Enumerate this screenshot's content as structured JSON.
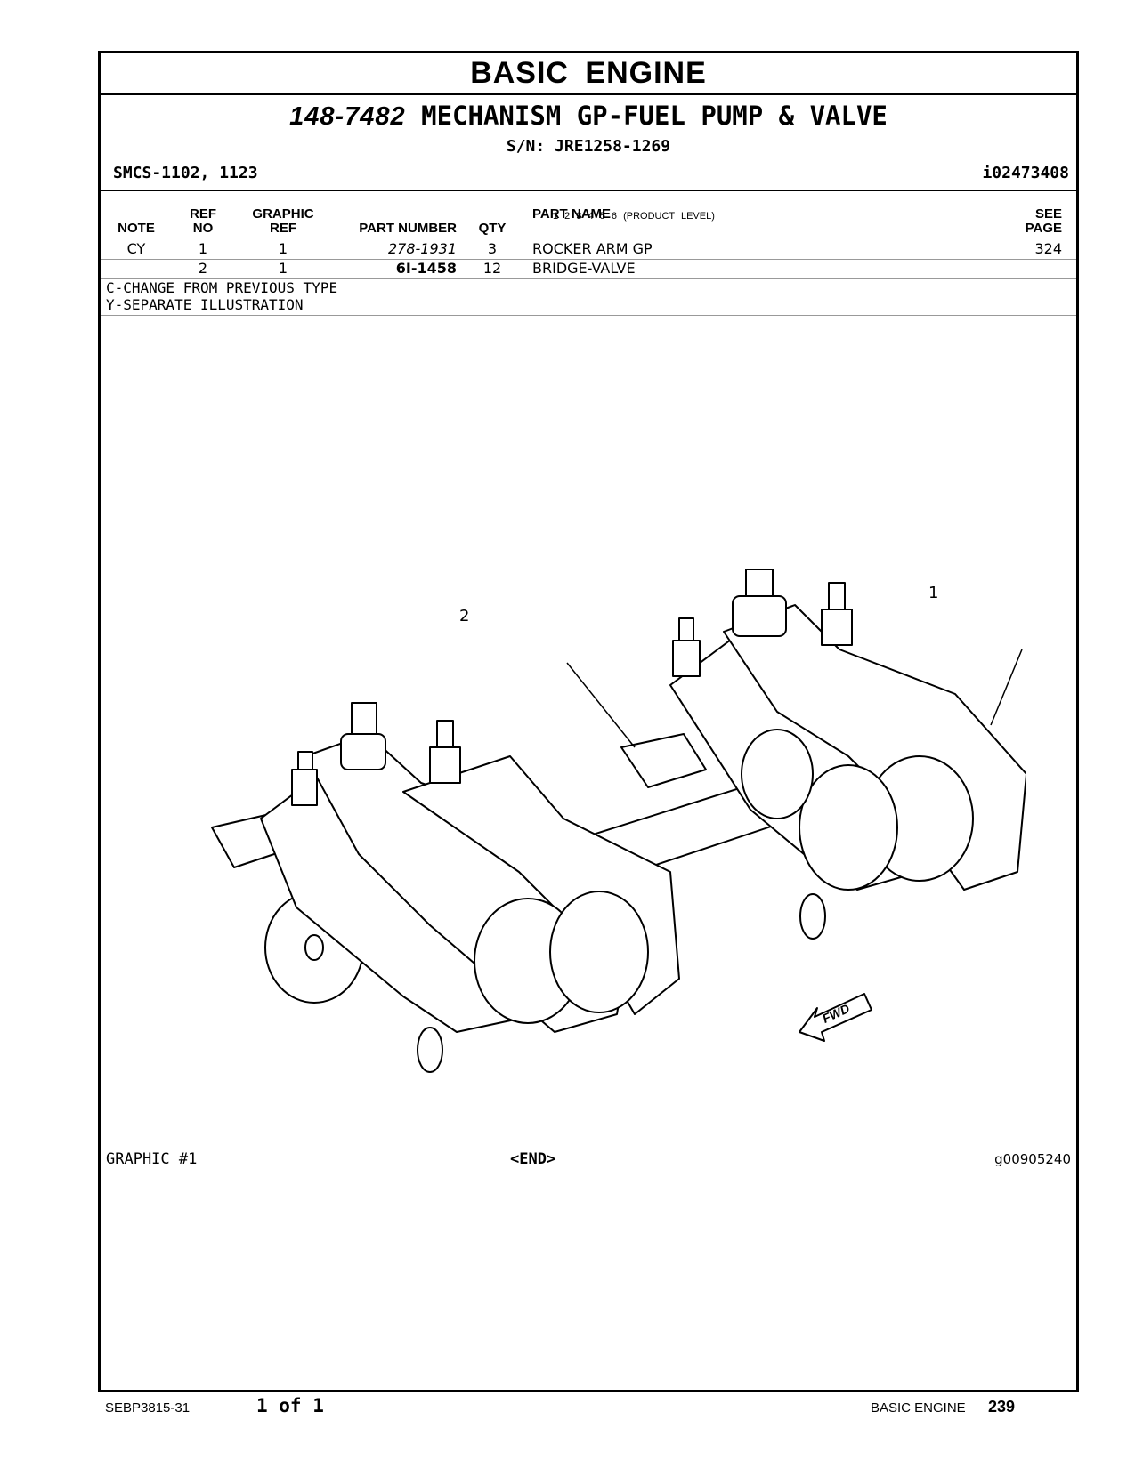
{
  "section_title": "BASIC ENGINE",
  "group": {
    "part_number": "148-7482",
    "name": "MECHANISM GP-FUEL PUMP & VALVE",
    "serial": "S/N: JRE1258-1269"
  },
  "smcs": "SMCS-1102, 1123",
  "info_id": "i02473408",
  "columns": {
    "note": "NOTE",
    "ref_no_1": "REF",
    "ref_no_2": "NO",
    "graphic_ref_1": "GRAPHIC",
    "graphic_ref_2": "REF",
    "part_number": "PART NUMBER",
    "qty": "QTY",
    "part_name": "PART NAME",
    "product_levels": "1 2 3 4 5 6",
    "product_level_label": "(PRODUCT LEVEL)",
    "see_page_1": "SEE",
    "see_page_2": "PAGE"
  },
  "rows": [
    {
      "note": "CY",
      "ref_no": "1",
      "graphic_ref": "1",
      "part_number": "278-1931",
      "qty": "3",
      "part_name": "ROCKER ARM GP",
      "see_page": "324"
    },
    {
      "note": "",
      "ref_no": "2",
      "graphic_ref": "1",
      "part_number": "6I-1458",
      "qty": "12",
      "part_name": "BRIDGE-VALVE",
      "see_page": ""
    }
  ],
  "notes": [
    "C-CHANGE FROM PREVIOUS TYPE",
    "Y-SEPARATE ILLUSTRATION"
  ],
  "illustration": {
    "callout_1": "1",
    "callout_2": "2",
    "fwd": "FWD"
  },
  "graphic_label": "GRAPHIC #1",
  "end_marker": "<END>",
  "graphic_id": "g00905240",
  "footer": {
    "publication": "SEBP3815-31",
    "page_of": "1 of 1",
    "section": "BASIC ENGINE",
    "page": "239"
  }
}
